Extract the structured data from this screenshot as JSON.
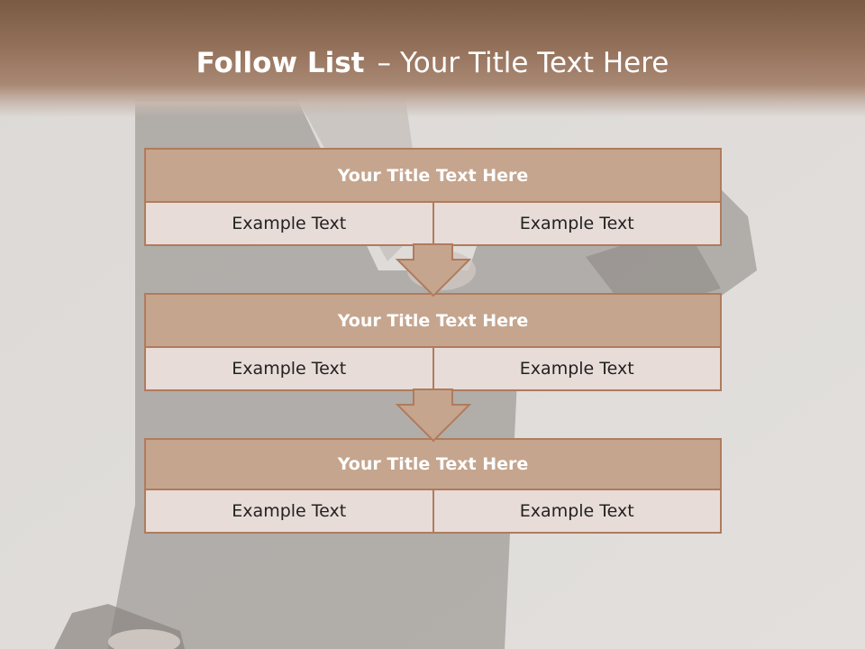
{
  "slide": {
    "title_bold": "Follow List",
    "title_sep": "–",
    "title_rest": "Your Title Text Here"
  },
  "steps": [
    {
      "title": "Your Title Text Here",
      "left": "Example Text",
      "right": "Example Text"
    },
    {
      "title": "Your Title Text Here",
      "left": "Example Text",
      "right": "Example Text"
    },
    {
      "title": "Your Title Text Here",
      "left": "Example Text",
      "right": "Example Text"
    }
  ],
  "colors": {
    "header": "#8b6a52",
    "block_header": "#c5a58e",
    "block_border": "#b07b5d",
    "cell_fill": "#e7dcd8",
    "arrow": "#c5a58e"
  }
}
